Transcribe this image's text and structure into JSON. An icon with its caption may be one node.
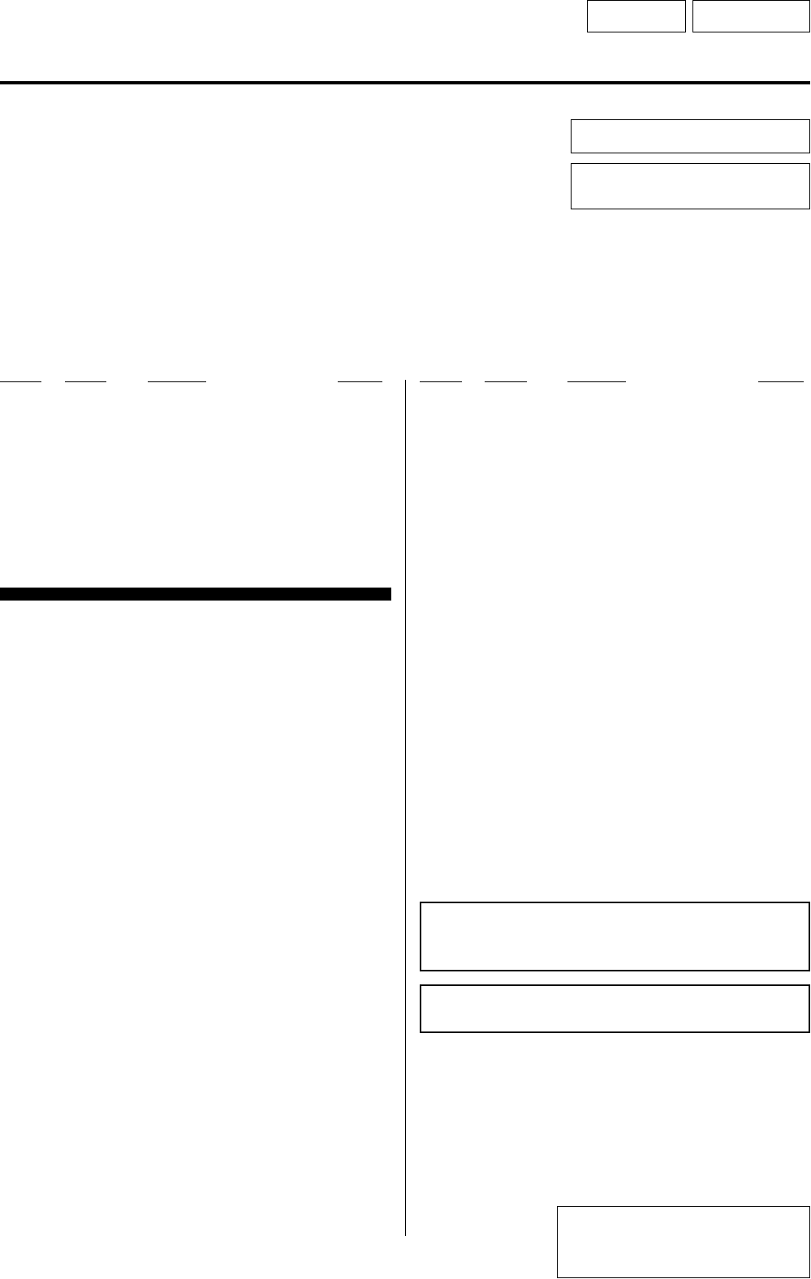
{
  "diagram": {
    "nodes": [
      {
        "text": [],
        "shape": "box"
      },
      {
        "text": [],
        "shape": "box"
      },
      {
        "text": [],
        "shape": "box"
      },
      {
        "text": [],
        "shape": "box"
      },
      {
        "text": [],
        "shape": "bar"
      },
      {
        "text": [],
        "shape": "box"
      },
      {
        "text": [],
        "shape": "box"
      },
      {
        "text": [],
        "shape": "box"
      }
    ]
  }
}
